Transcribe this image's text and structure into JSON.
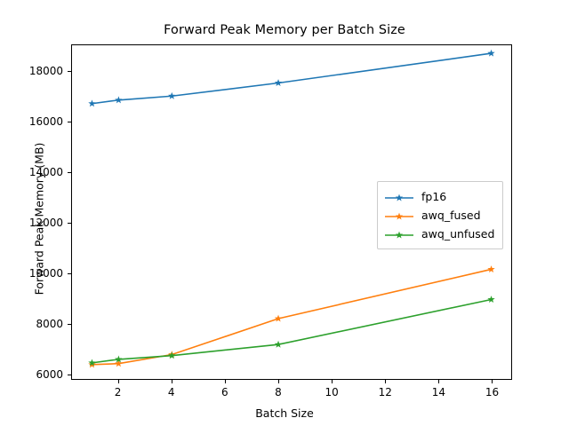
{
  "chart_data": {
    "type": "line",
    "title": "Forward Peak Memory per Batch Size",
    "xlabel": "Batch Size",
    "ylabel": "Forward Peak Memory (MB)",
    "x": [
      1,
      2,
      4,
      8,
      16
    ],
    "xlim": [
      0.25,
      16.75
    ],
    "ylim": [
      5790,
      19060
    ],
    "xticks": [
      2,
      4,
      6,
      8,
      10,
      12,
      14,
      16
    ],
    "xtick_labels": [
      "2",
      "4",
      "6",
      "8",
      "10",
      "12",
      "14",
      "16"
    ],
    "yticks": [
      6000,
      8000,
      10000,
      12000,
      14000,
      16000,
      18000
    ],
    "ytick_labels": [
      "6000",
      "8000",
      "10000",
      "12000",
      "14000",
      "16000",
      "18000"
    ],
    "grid": false,
    "legend_position": "center right",
    "marker": "star",
    "series": [
      {
        "name": "fp16",
        "color": "#1f77b4",
        "values": [
          16740,
          16880,
          17040,
          17560,
          18740
        ]
      },
      {
        "name": "awq_fused",
        "color": "#ff7f0e",
        "values": [
          6360,
          6400,
          6760,
          8190,
          10150
        ]
      },
      {
        "name": "awq_unfused",
        "color": "#2ca02c",
        "values": [
          6430,
          6570,
          6720,
          7160,
          8950
        ]
      }
    ]
  },
  "figure": {
    "background": "#ffffff",
    "axes_color": "#000000"
  }
}
